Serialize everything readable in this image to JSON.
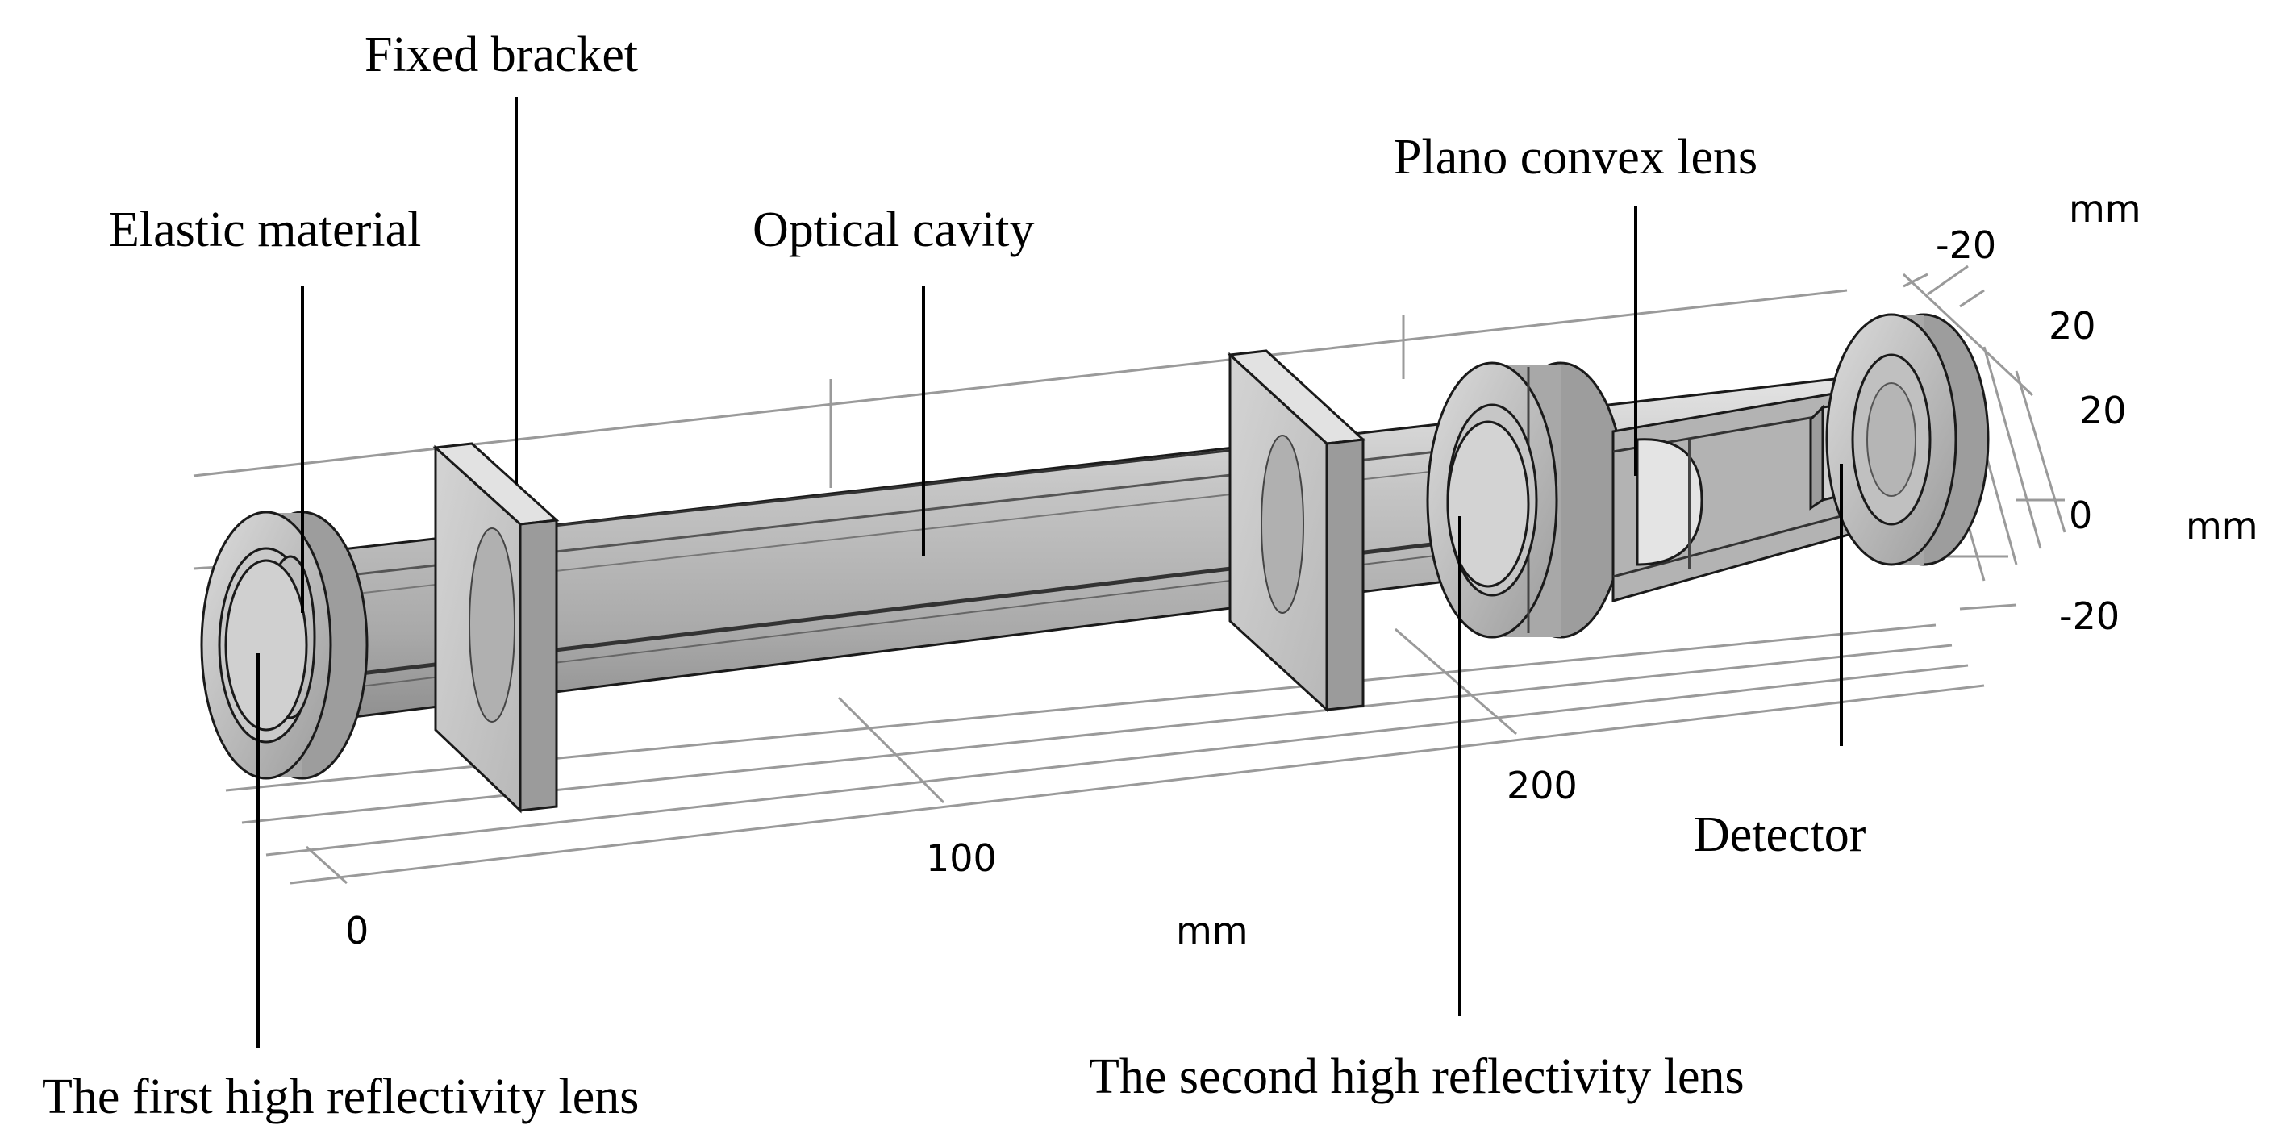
{
  "labels": {
    "fixed_bracket": "Fixed bracket",
    "elastic_material": "Elastic material",
    "optical_cavity": "Optical cavity",
    "plano_convex_lens": "Plano convex lens",
    "detector": "Detector",
    "first_lens": "The first high reflectivity lens",
    "second_lens": "The second high reflectivity lens"
  },
  "axes": {
    "x_unit": "mm",
    "x_ticks": [
      "0",
      "100",
      "200"
    ],
    "y_unit": "mm",
    "y_ticks": [
      "-20",
      "20"
    ],
    "z_unit": "mm",
    "z_ticks": [
      "20",
      "0",
      "-20"
    ]
  }
}
